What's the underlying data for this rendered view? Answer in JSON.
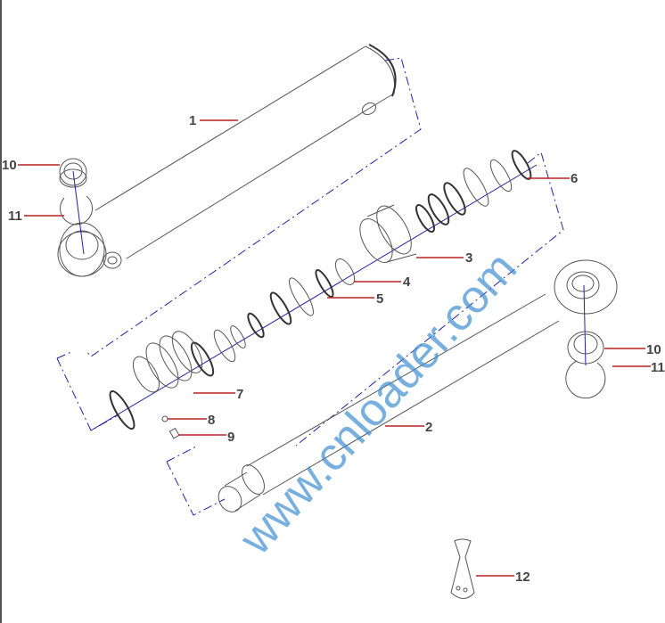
{
  "diagram": {
    "watermark": "www.cnloader.com",
    "callouts": [
      {
        "id": "1",
        "label": "1"
      },
      {
        "id": "10a",
        "label": "10"
      },
      {
        "id": "11a",
        "label": "11"
      },
      {
        "id": "6",
        "label": "6"
      },
      {
        "id": "3",
        "label": "3"
      },
      {
        "id": "4",
        "label": "4"
      },
      {
        "id": "5",
        "label": "5"
      },
      {
        "id": "10b",
        "label": "10"
      },
      {
        "id": "11b",
        "label": "11"
      },
      {
        "id": "7",
        "label": "7"
      },
      {
        "id": "8",
        "label": "8"
      },
      {
        "id": "9",
        "label": "9"
      },
      {
        "id": "2",
        "label": "2"
      },
      {
        "id": "12",
        "label": "12"
      }
    ],
    "colors": {
      "leader": "#bb2222",
      "assembly_line": "#2222aa",
      "watermark": "#3d8fd0"
    }
  }
}
